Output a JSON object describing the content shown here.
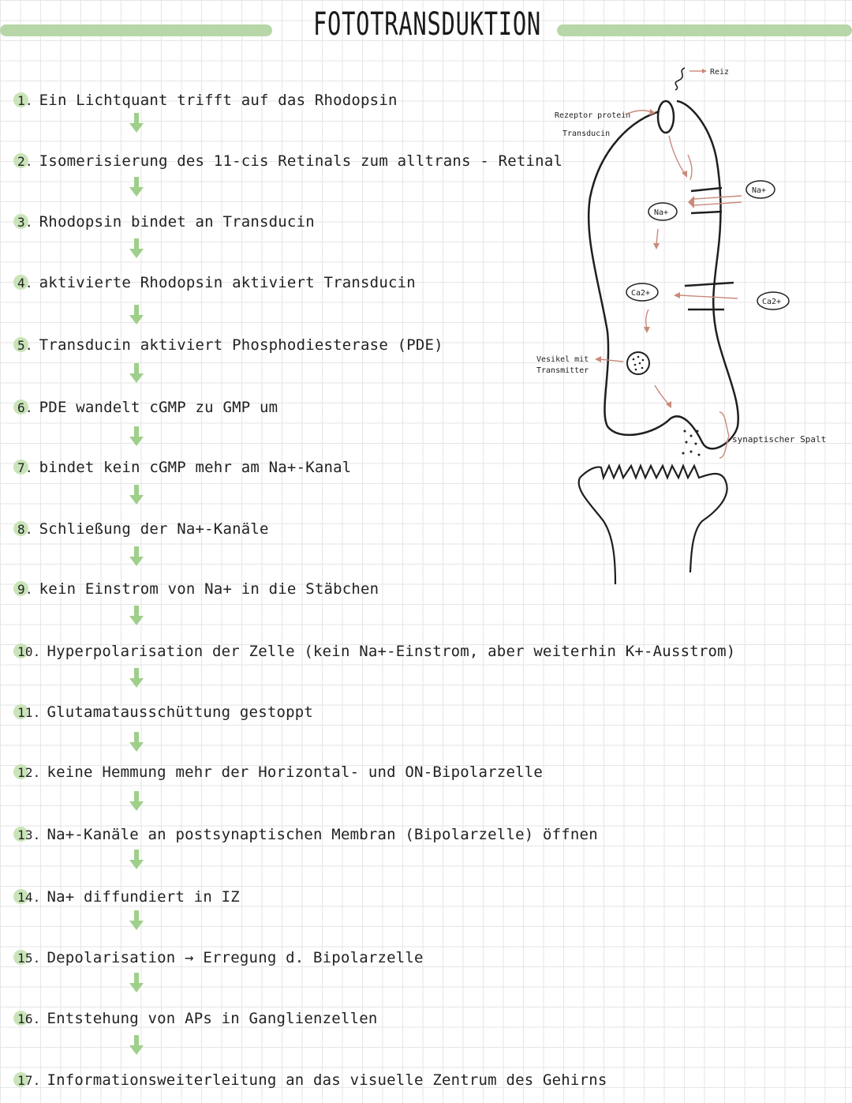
{
  "title": "FOTOTRANSDUKTION",
  "steps": [
    {
      "num": "1.",
      "text": "Ein Lichtquant trifft auf das Rhodopsin"
    },
    {
      "num": "2.",
      "text": "Isomerisierung des 11-cis Retinals zum alltrans - Retinal"
    },
    {
      "num": "3.",
      "text": "Rhodopsin bindet an Transducin"
    },
    {
      "num": "4.",
      "text": "aktivierte Rhodopsin aktiviert Transducin"
    },
    {
      "num": "5.",
      "text": "Transducin aktiviert Phosphodiesterase (PDE)"
    },
    {
      "num": "6.",
      "text": "PDE wandelt cGMP zu GMP um"
    },
    {
      "num": "7.",
      "text": "bindet kein cGMP mehr am Na+-Kanal"
    },
    {
      "num": "8.",
      "text": "Schließung der Na+-Kanäle"
    },
    {
      "num": "9.",
      "text": "kein Einstrom von Na+ in die Stäbchen"
    },
    {
      "num": "10.",
      "text": "Hyperpolarisation der Zelle (kein Na+-Einstrom, aber weiterhin K+-Ausstrom)"
    },
    {
      "num": "11.",
      "text": "Glutamatausschüttung gestoppt"
    },
    {
      "num": "12.",
      "text": "keine Hemmung mehr der Horizontal- und ON-Bipolarzelle"
    },
    {
      "num": "13.",
      "text": "Na+-Kanäle an postsynaptischen Membran (Bipolarzelle) öffnen"
    },
    {
      "num": "14.",
      "text": "Na+ diffundiert in IZ"
    },
    {
      "num": "15.",
      "text": "Depolarisation → Erregung d. Bipolarzelle"
    },
    {
      "num": "16.",
      "text": "Entstehung von APs in Ganglienzellen"
    },
    {
      "num": "17.",
      "text": "Informationsweiterleitung an das visuelle Zentrum des Gehirns"
    }
  ],
  "diagram": {
    "reiz": "Reiz",
    "rezeptor_protein": "Rezeptor protein",
    "transducin": "Transducin",
    "na_inside": "Na+",
    "na_outside": "Na+",
    "ca_inside": "Ca2+",
    "ca_outside": "Ca2+",
    "vesikel": "Vesikel mit",
    "transmitter": "Transmitter",
    "spalt": "synaptischer Spalt"
  },
  "colors": {
    "accent_green": "#b7d7a8",
    "arrow_green": "#9fcf8a",
    "arrow_red": "#c98a7a"
  }
}
